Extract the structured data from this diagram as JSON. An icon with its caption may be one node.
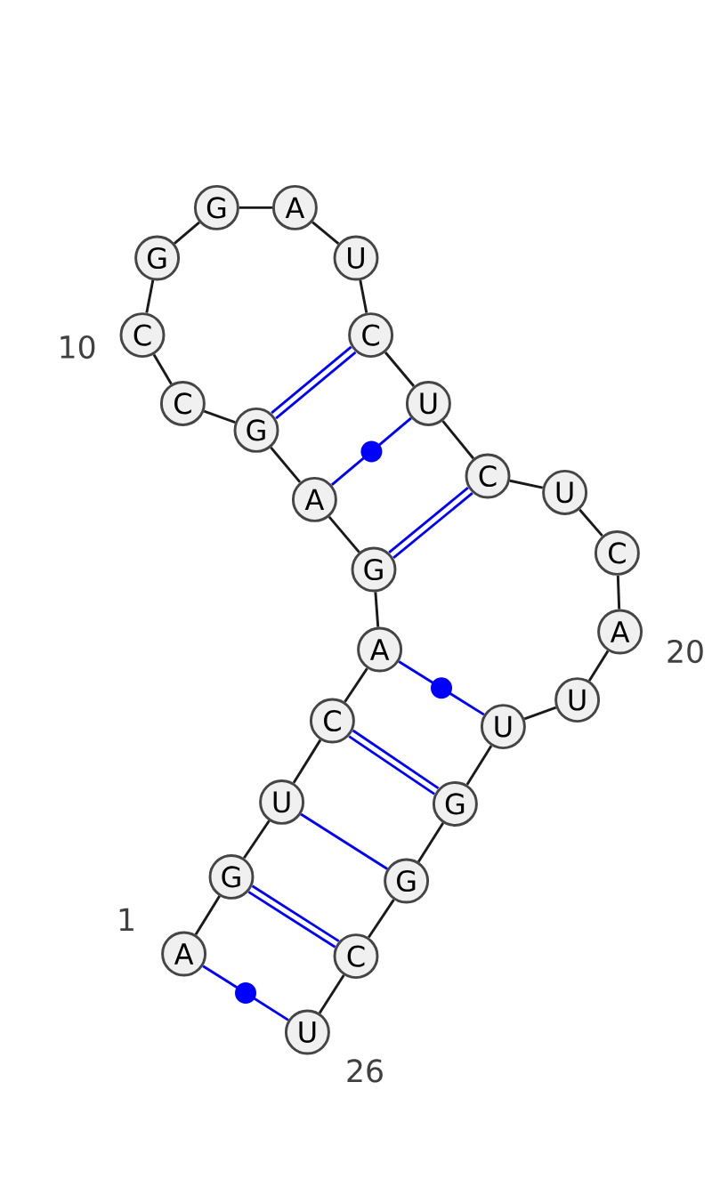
{
  "diagram": {
    "nodes": [
      {
        "text": [
          "A"
        ],
        "beside": [
          "1"
        ]
      },
      {
        "text": [
          "G"
        ]
      },
      {
        "text": [
          "U"
        ]
      },
      {
        "text": [
          "C"
        ]
      },
      {
        "text": [
          "A"
        ]
      },
      {
        "text": [
          "G"
        ]
      },
      {
        "text": [
          "A"
        ]
      },
      {
        "text": [
          "G"
        ]
      },
      {
        "text": [
          "C"
        ]
      },
      {
        "text": [
          "C"
        ],
        "beside": [
          "10"
        ]
      },
      {
        "text": [
          "G"
        ]
      },
      {
        "text": [
          "G"
        ]
      },
      {
        "text": [
          "A"
        ]
      },
      {
        "text": [
          "U"
        ]
      },
      {
        "text": [
          "C"
        ]
      },
      {
        "text": [
          "U"
        ]
      },
      {
        "text": [
          "C"
        ]
      },
      {
        "text": [
          "U"
        ]
      },
      {
        "text": [
          "C"
        ]
      },
      {
        "text": [
          "A"
        ],
        "beside": [
          "20"
        ]
      },
      {
        "text": [
          "U"
        ]
      },
      {
        "text": [
          "U"
        ]
      },
      {
        "text": [
          "G"
        ]
      },
      {
        "text": [
          "G"
        ]
      },
      {
        "text": [
          "C"
        ]
      },
      {
        "text": [
          "U"
        ],
        "beside": [
          "26"
        ]
      }
    ],
    "edges": [
      {
        "from": 0,
        "to": 1,
        "arrow": "none"
      },
      {
        "from": 1,
        "to": 2,
        "arrow": "none"
      },
      {
        "from": 2,
        "to": 3,
        "arrow": "none"
      },
      {
        "from": 3,
        "to": 4,
        "arrow": "none"
      },
      {
        "from": 4,
        "to": 5,
        "arrow": "none"
      },
      {
        "from": 5,
        "to": 6,
        "arrow": "none"
      },
      {
        "from": 6,
        "to": 7,
        "arrow": "none"
      },
      {
        "from": 7,
        "to": 8,
        "arrow": "none"
      },
      {
        "from": 8,
        "to": 9,
        "arrow": "none"
      },
      {
        "from": 9,
        "to": 10,
        "arrow": "none"
      },
      {
        "from": 10,
        "to": 11,
        "arrow": "none"
      },
      {
        "from": 11,
        "to": 12,
        "arrow": "none"
      },
      {
        "from": 12,
        "to": 13,
        "arrow": "none"
      },
      {
        "from": 13,
        "to": 14,
        "arrow": "none"
      },
      {
        "from": 14,
        "to": 15,
        "arrow": "none"
      },
      {
        "from": 15,
        "to": 16,
        "arrow": "none"
      },
      {
        "from": 16,
        "to": 17,
        "arrow": "none"
      },
      {
        "from": 17,
        "to": 18,
        "arrow": "none"
      },
      {
        "from": 18,
        "to": 19,
        "arrow": "none"
      },
      {
        "from": 19,
        "to": 20,
        "arrow": "none"
      },
      {
        "from": 20,
        "to": 21,
        "arrow": "none"
      },
      {
        "from": 21,
        "to": 22,
        "arrow": "none"
      },
      {
        "from": 22,
        "to": 23,
        "arrow": "none"
      },
      {
        "from": 23,
        "to": 24,
        "arrow": "none"
      },
      {
        "from": 24,
        "to": 25,
        "arrow": "none"
      },
      {
        "from": 0,
        "to": 25,
        "arrow": "none",
        "color": "#0000ff"
      },
      {
        "from": 1,
        "to": 24,
        "arrow": "none",
        "style": "thick",
        "color": "#0000ff"
      },
      {
        "from": 2,
        "to": 23,
        "arrow": "none",
        "color": "#0000ff"
      },
      {
        "from": 3,
        "to": 22,
        "arrow": "none",
        "style": "thick",
        "color": "#0000ff"
      },
      {
        "from": 4,
        "to": 21,
        "arrow": "none",
        "color": "#0000ff"
      },
      {
        "from": 5,
        "to": 16,
        "arrow": "none",
        "style": "thick",
        "color": "#0000ff"
      },
      {
        "from": 6,
        "to": 15,
        "arrow": "none",
        "color": "#0000ff"
      },
      {
        "from": 7,
        "to": 14,
        "arrow": "none",
        "style": "thick",
        "color": "#0000ff"
      }
    ]
  }
}
